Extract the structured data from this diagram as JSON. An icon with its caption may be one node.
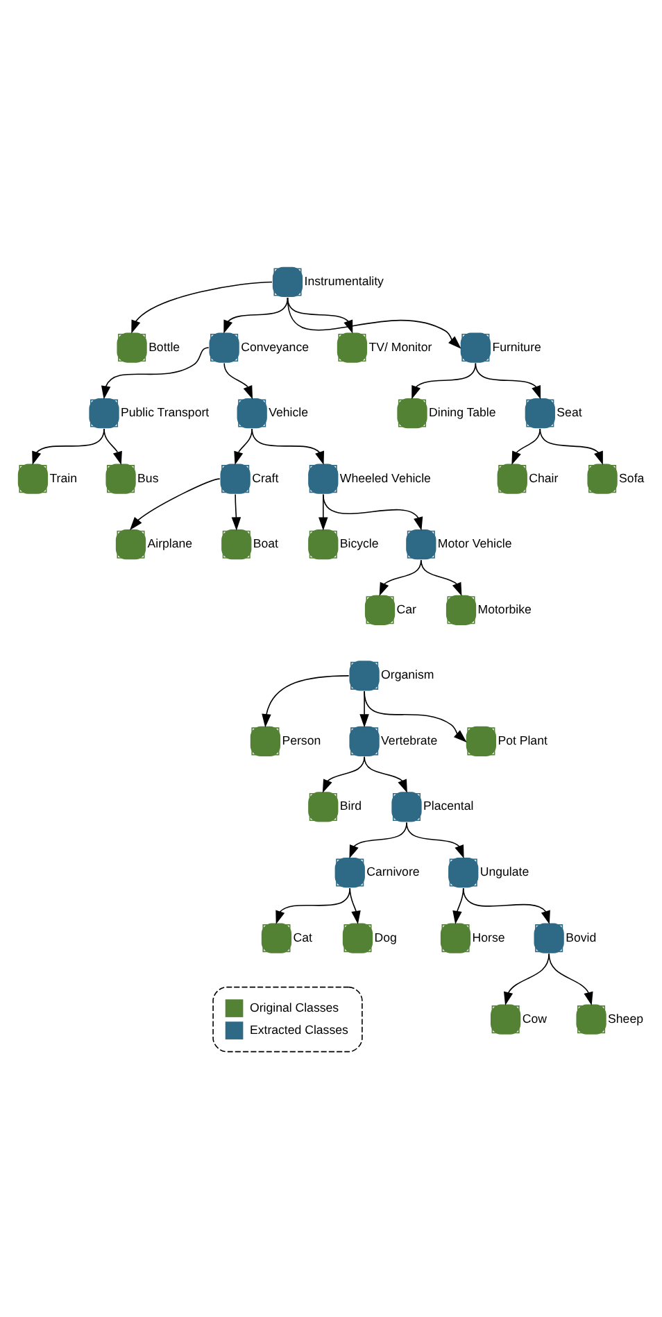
{
  "diagram": {
    "nodes": [
      {
        "text": [
          "Instrumentality"
        ]
      },
      {
        "text": [
          "Bottle"
        ]
      },
      {
        "text": [
          "Conveyance"
        ]
      },
      {
        "text": [
          "TV/ Monitor"
        ]
      },
      {
        "text": [
          "Furniture"
        ]
      },
      {
        "text": [
          "Public Transport"
        ]
      },
      {
        "text": [
          "Vehicle"
        ]
      },
      {
        "text": [
          "Train"
        ]
      },
      {
        "text": [
          "Bus"
        ]
      },
      {
        "text": [
          "Craft"
        ]
      },
      {
        "text": [
          "Wheeled Vehicle"
        ]
      },
      {
        "text": [
          "Airplane"
        ]
      },
      {
        "text": [
          "Boat"
        ]
      },
      {
        "text": [
          "Bicycle"
        ]
      },
      {
        "text": [
          "Motor Vehicle"
        ]
      },
      {
        "text": [
          "Car"
        ]
      },
      {
        "text": [
          "Motorbike"
        ]
      },
      {
        "text": [
          "Dining Table"
        ]
      },
      {
        "text": [
          "Seat"
        ]
      },
      {
        "text": [
          "Chair"
        ]
      },
      {
        "text": [
          "Sofa"
        ]
      },
      {
        "text": [
          "Organism"
        ]
      },
      {
        "text": [
          "Person"
        ]
      },
      {
        "text": [
          "Vertebrate"
        ]
      },
      {
        "text": [
          "Pot Plant"
        ]
      },
      {
        "text": [
          "Bird"
        ]
      },
      {
        "text": [
          "Placental"
        ]
      },
      {
        "text": [
          "Carnivore"
        ]
      },
      {
        "text": [
          "Ungulate"
        ]
      },
      {
        "text": [
          "Cat"
        ]
      },
      {
        "text": [
          "Dog"
        ]
      },
      {
        "text": [
          "Horse"
        ]
      },
      {
        "text": [
          "Bovid"
        ]
      },
      {
        "text": [
          "Cow"
        ]
      },
      {
        "text": [
          "Sheep"
        ]
      }
    ],
    "edges": [
      {
        "from": 0,
        "to": 1,
        "arrow": "to"
      },
      {
        "from": 0,
        "to": 2,
        "arrow": "to"
      },
      {
        "from": 0,
        "to": 3,
        "arrow": "to"
      },
      {
        "from": 0,
        "to": 4,
        "arrow": "to"
      },
      {
        "from": 2,
        "to": 5,
        "arrow": "to"
      },
      {
        "from": 2,
        "to": 6,
        "arrow": "to"
      },
      {
        "from": 5,
        "to": 7,
        "arrow": "to"
      },
      {
        "from": 5,
        "to": 8,
        "arrow": "to"
      },
      {
        "from": 6,
        "to": 9,
        "arrow": "to"
      },
      {
        "from": 6,
        "to": 10,
        "arrow": "to"
      },
      {
        "from": 9,
        "to": 11,
        "arrow": "to"
      },
      {
        "from": 9,
        "to": 12,
        "arrow": "to"
      },
      {
        "from": 10,
        "to": 13,
        "arrow": "to"
      },
      {
        "from": 10,
        "to": 14,
        "arrow": "to"
      },
      {
        "from": 14,
        "to": 15,
        "arrow": "to"
      },
      {
        "from": 14,
        "to": 16,
        "arrow": "to"
      },
      {
        "from": 4,
        "to": 17,
        "arrow": "to"
      },
      {
        "from": 4,
        "to": 18,
        "arrow": "to"
      },
      {
        "from": 18,
        "to": 19,
        "arrow": "to"
      },
      {
        "from": 18,
        "to": 20,
        "arrow": "to"
      },
      {
        "from": 21,
        "to": 22,
        "arrow": "to"
      },
      {
        "from": 21,
        "to": 23,
        "arrow": "to"
      },
      {
        "from": 21,
        "to": 24,
        "arrow": "to"
      },
      {
        "from": 23,
        "to": 25,
        "arrow": "to"
      },
      {
        "from": 23,
        "to": 26,
        "arrow": "to"
      },
      {
        "from": 26,
        "to": 27,
        "arrow": "to"
      },
      {
        "from": 26,
        "to": 28,
        "arrow": "to"
      },
      {
        "from": 27,
        "to": 29,
        "arrow": "to"
      },
      {
        "from": 27,
        "to": 30,
        "arrow": "to"
      },
      {
        "from": 28,
        "to": 31,
        "arrow": "to"
      },
      {
        "from": 28,
        "to": 32,
        "arrow": "to"
      },
      {
        "from": 32,
        "to": 33,
        "arrow": "to"
      },
      {
        "from": 32,
        "to": 34,
        "arrow": "to"
      }
    ],
    "legend": [
      {
        "text": "Original Classes",
        "color": "#548235"
      },
      {
        "text": "Extracted Classes",
        "color": "#2e6a86"
      }
    ]
  }
}
